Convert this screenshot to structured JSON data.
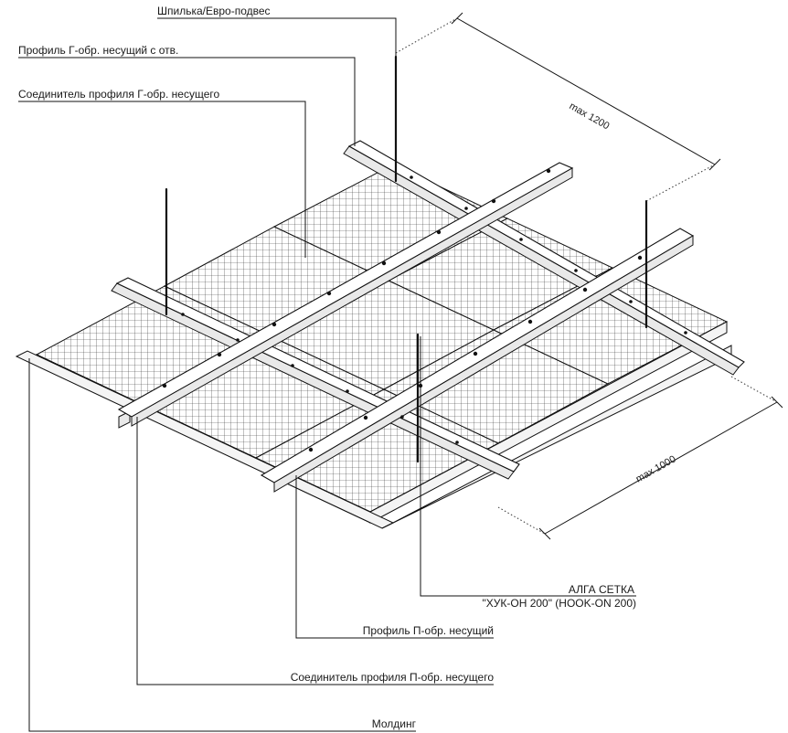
{
  "labels": {
    "hanger": "Шпилька/Евро-подвес",
    "profile_g_holes": "Профиль Г-обр. несущий с отв.",
    "connector_g": "Соединитель профиля Г-обр. несущего",
    "grid_line1": "АЛГА СЕТКА",
    "grid_line2": "\"ХУК-ОН 200\" (HOOK-ON 200)",
    "profile_p": "Профиль П-обр. несущий",
    "connector_p": "Соединитель профиля П-обр. несущего",
    "molding": "Молдинг"
  },
  "dimensions": {
    "max_1200": "max 1200",
    "max_1000": "max 1000"
  },
  "colors": {
    "ink": "#111111",
    "paper": "#ffffff"
  }
}
